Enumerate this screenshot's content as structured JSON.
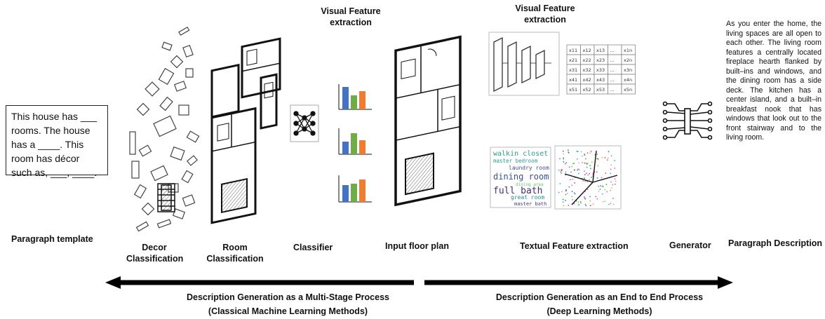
{
  "labels": {
    "visual_feature_left": [
      "Visual Feature",
      "extraction"
    ],
    "visual_feature_right": [
      "Visual Feature",
      "extraction"
    ],
    "paragraph_template": "Paragraph template",
    "decor": [
      "Decor",
      "Classification"
    ],
    "room": [
      "Room",
      "Classification"
    ],
    "classifier": "Classifier",
    "input_floor_plan": "Input floor plan",
    "textual_feature": "Textual  Feature extraction",
    "generator": "Generator",
    "paragraph_description": "Paragraph Description"
  },
  "template_text": "This house has ___ rooms. The house has a ____. This room has décor such as, ___, ____.",
  "description_text": "As you enter the home, the living spaces are all open to each other. The living room features a centrally located fireplace hearth flanked by built–ins and windows, and the dining room has a side deck. The kitchen has a center island, and a built–in breakfast nook that has windows that look out to the front stairway and to the living room.",
  "arrows": {
    "left": [
      "Description Generation as a Multi-Stage Process",
      "(Classical Machine Learning Methods)"
    ],
    "right": [
      "Description Generation as an End to End Process",
      "(Deep Learning Methods)"
    ]
  },
  "word_cloud": [
    "walkin closet",
    "master bedroom",
    "laundry room",
    "dining room",
    "full bath",
    "dining area",
    "great room",
    "master bath"
  ],
  "matrix_cells": [
    [
      "x11",
      "x12",
      "x13",
      "...",
      "x1n"
    ],
    [
      "x21",
      "x22",
      "x23",
      "...",
      "x2n"
    ],
    [
      "x31",
      "x32",
      "x33",
      "...",
      "x3n"
    ],
    [
      "x41",
      "x42",
      "x43",
      "...",
      "x4n"
    ],
    [
      "x51",
      "x52",
      "x53",
      "...",
      "x5n"
    ]
  ],
  "colors": {
    "bar_blue": "#4472c4",
    "bar_green": "#70ad47",
    "bar_orange": "#ed7d31"
  }
}
